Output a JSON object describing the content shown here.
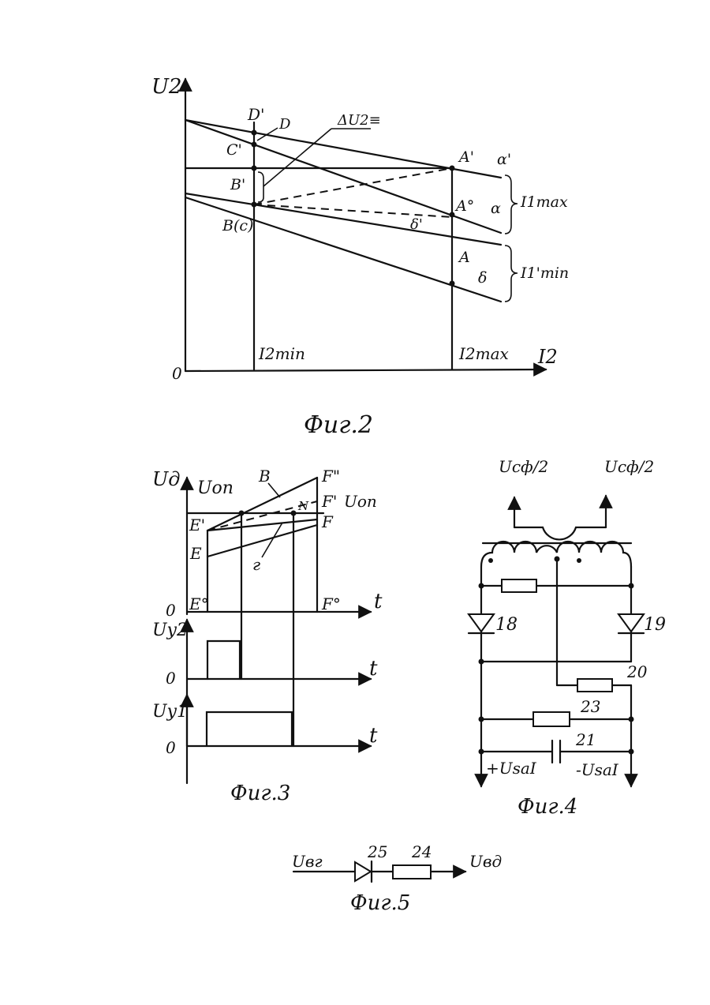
{
  "fig2": {
    "caption": "Фиг.2",
    "y_axis": "U2",
    "x_axis": "I2",
    "origin": "0",
    "x_ticks": {
      "min": "I2min",
      "max": "I2max"
    },
    "points": {
      "D_prime": "D'",
      "D": "D",
      "C_prime": "C'",
      "B_prime": "B'",
      "B_c": "B(c)",
      "A_prime": "A'",
      "A_deg": "A°",
      "A": "A",
      "delta_b": "δ'"
    },
    "lines": {
      "alpha_prime": "α'",
      "alpha": "α",
      "delta": "δ"
    },
    "delta_u": "ΔU2≡",
    "brackets": {
      "upper": "I1max",
      "lower": "I1'min"
    }
  },
  "fig3": {
    "caption": "Фиг.3",
    "panel1": {
      "y_axis": "Uд",
      "time": "t",
      "zero": "0",
      "u_on": "Uon",
      "u_on_right": "Uon",
      "B": "B",
      "F2": "F\"",
      "F1": "F'",
      "F": "F",
      "F0": "F°",
      "E1": "E'",
      "E": "E",
      "E0": "E°",
      "N": "N",
      "g": "г"
    },
    "panel2": {
      "y_axis": "Uy2",
      "time": "t",
      "zero": "0"
    },
    "panel3": {
      "y_axis": "Uy1",
      "time": "t",
      "zero": "0"
    }
  },
  "fig4": {
    "caption": "Фиг.4",
    "left_in": "Ucф/2",
    "right_in": "Ucф/2",
    "diode_18": "18",
    "diode_19": "19",
    "res_20": "20",
    "res_23": "23",
    "cap_21": "21",
    "out_plus": "+UsaI",
    "out_minus": "-UsaI"
  },
  "fig5": {
    "caption": "Фиг.5",
    "input": "Uвг",
    "output": "Uвд",
    "diode_25": "25",
    "res_24": "24"
  }
}
